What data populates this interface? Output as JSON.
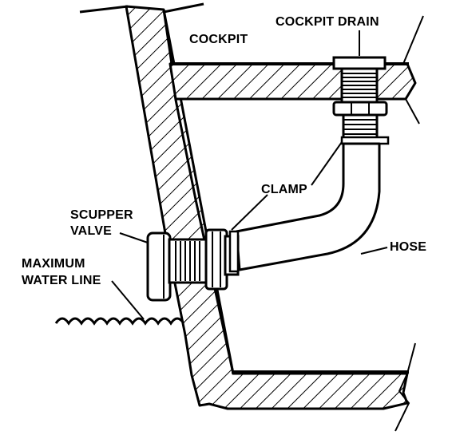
{
  "diagram": {
    "labels": {
      "cockpit": "COCKPIT",
      "cockpit_drain": "COCKPIT DRAIN",
      "clamp": "CLAMP",
      "scupper_line1": "SCUPPER",
      "scupper_line2": "VALVE",
      "hose": "HOSE",
      "max_water_line1": "MAXIMUM",
      "max_water_line2": "WATER LINE"
    },
    "colors": {
      "ink": "#000000",
      "background": "#ffffff"
    }
  }
}
